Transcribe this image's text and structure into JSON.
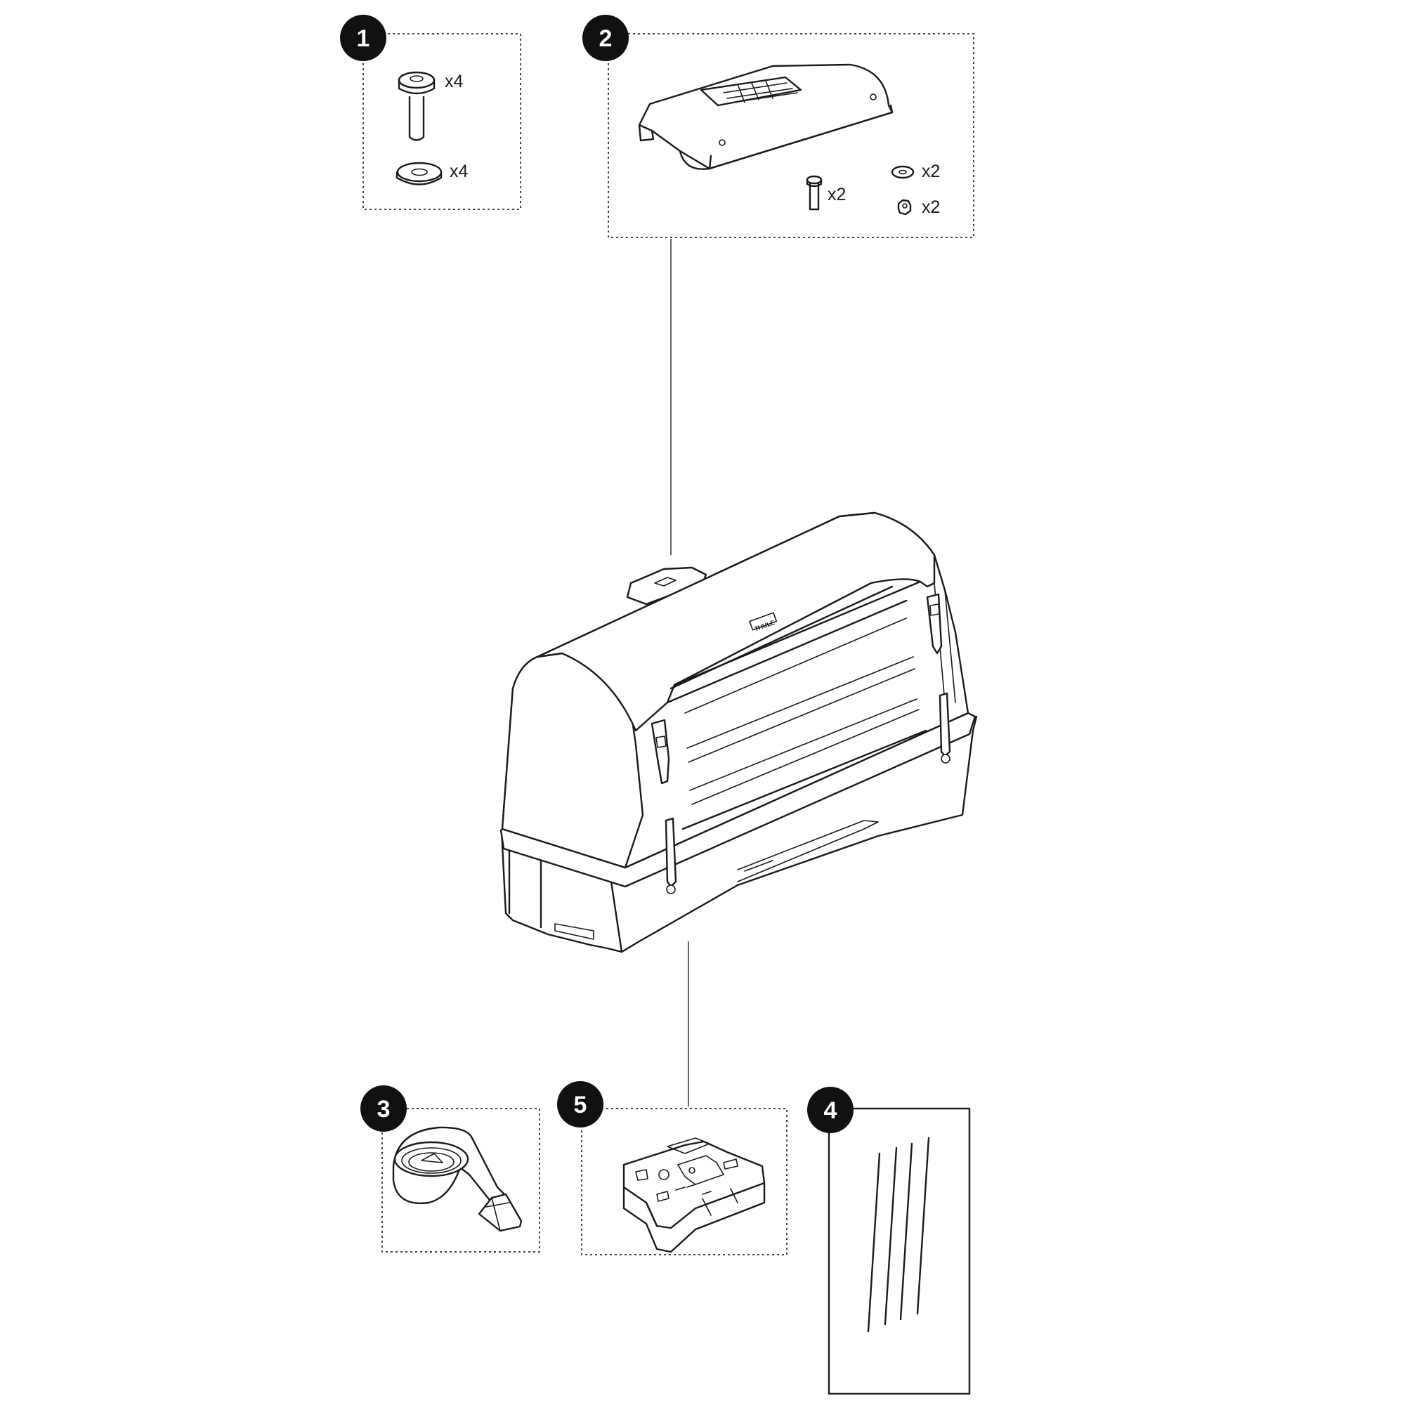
{
  "callouts": [
    {
      "number": "1",
      "item": "bolt-and-washer-kit"
    },
    {
      "number": "2",
      "item": "mounting-cover-kit"
    },
    {
      "number": "3",
      "item": "strap"
    },
    {
      "number": "4",
      "item": "rods"
    },
    {
      "number": "5",
      "item": "mounting-bracket"
    }
  ],
  "quantities": {
    "bolt": "x4",
    "washer": "x4",
    "screw": "x2",
    "small_washer": "x2",
    "nut": "x2"
  },
  "brand_mark": "THULE"
}
